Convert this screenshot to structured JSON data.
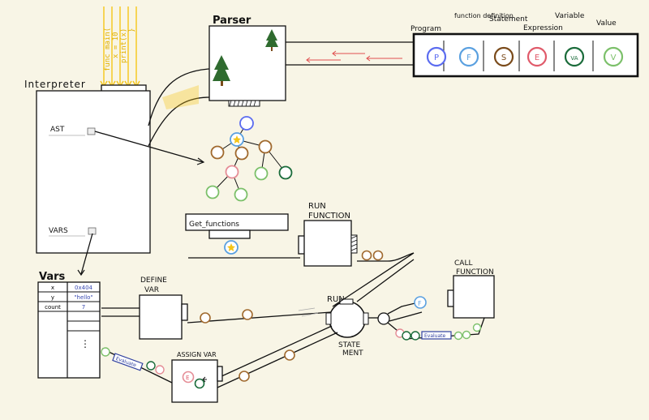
{
  "titles": {
    "parser": "Parser",
    "interpreter": "Interpreter",
    "vars_table": "Vars",
    "ast_label": "AST",
    "vars_label": "VARS",
    "define_var": [
      "DEFINE",
      "VAR"
    ],
    "run_function": [
      "RUN",
      "FUNCTION"
    ],
    "call_function": [
      "CALL",
      "FUNCTION"
    ],
    "assign_var": "ASSIGN VAR",
    "run": "RUN",
    "statement": [
      "STATE",
      "MENT"
    ],
    "get_functions": "Get_functions",
    "evaluate": "Evaluate"
  },
  "code_lines": [
    "func main(",
    "x = 10",
    "print(x)",
    "}"
  ],
  "legend": [
    {
      "caption": "Program",
      "letter": "P",
      "color": "#5b6cf0"
    },
    {
      "caption": "function definition",
      "letter": "F",
      "color": "#5aa0e0"
    },
    {
      "caption": "Statement",
      "letter": "S",
      "color": "#7a4a1a"
    },
    {
      "caption": "Expression",
      "letter": "E",
      "color": "#e05a6a"
    },
    {
      "caption": "Variable",
      "letter": "VA",
      "color": "#1a6b3a"
    },
    {
      "caption": "Value",
      "letter": "V",
      "color": "#7cc06a"
    }
  ],
  "vars_rows": [
    {
      "name": "x",
      "value": "0x404"
    },
    {
      "name": "y",
      "value": "\"hello\""
    },
    {
      "name": "count",
      "value": "7"
    }
  ],
  "vars_ellipsis": "⋮",
  "colors": {
    "program": "#5b6cf0",
    "function": "#5aa0e0",
    "statement": "#a0692e",
    "expression": "#e58d96",
    "variable": "#1a6b3a",
    "value": "#7cc06a",
    "star": "#f5c518",
    "code": "#f5c518",
    "arrow_red": "#e05050"
  }
}
